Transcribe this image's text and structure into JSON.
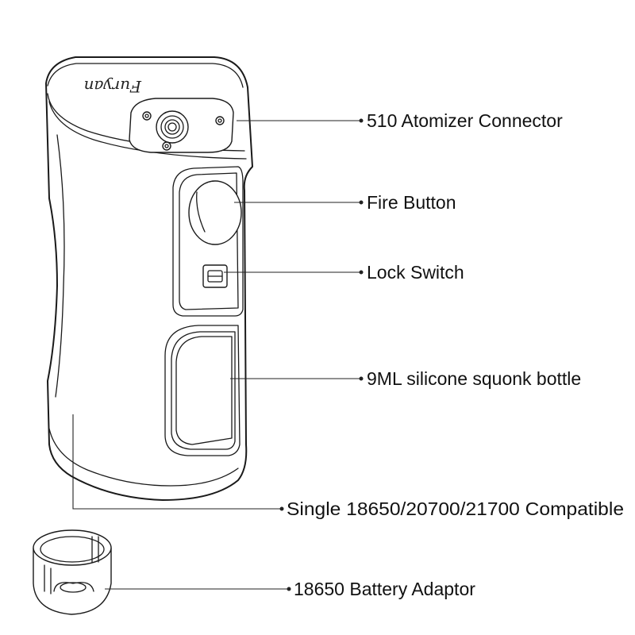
{
  "diagram": {
    "callouts": [
      {
        "id": "atomizer",
        "label": "510 Atomizer Connector"
      },
      {
        "id": "fire",
        "label": "Fire Button"
      },
      {
        "id": "lock",
        "label": "Lock Switch"
      },
      {
        "id": "bottle",
        "label": "9ML silicone squonk bottle"
      },
      {
        "id": "battery",
        "label": "Single 18650/20700/21700 Compatible"
      },
      {
        "id": "adaptor",
        "label": "18650 Battery Adaptor"
      }
    ],
    "brand_logo": "Furyan",
    "colors": {
      "line": "#1a1a1a",
      "background": "#ffffff"
    }
  }
}
